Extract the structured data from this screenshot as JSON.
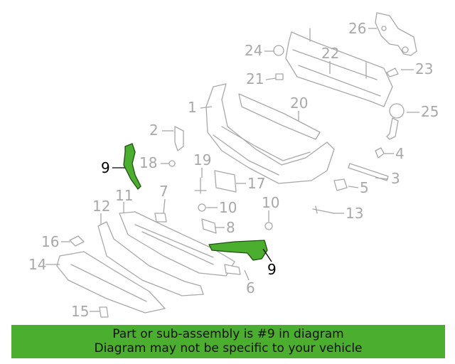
{
  "callouts": [
    {
      "id": "c1",
      "label": "1",
      "highlight": false
    },
    {
      "id": "c2",
      "label": "2",
      "highlight": false
    },
    {
      "id": "c3",
      "label": "3",
      "highlight": false
    },
    {
      "id": "c4",
      "label": "4",
      "highlight": false
    },
    {
      "id": "c5",
      "label": "5",
      "highlight": false
    },
    {
      "id": "c6",
      "label": "6",
      "highlight": false
    },
    {
      "id": "c7",
      "label": "7",
      "highlight": false
    },
    {
      "id": "c8",
      "label": "8",
      "highlight": false
    },
    {
      "id": "c9a",
      "label": "9",
      "highlight": true
    },
    {
      "id": "c9b",
      "label": "9",
      "highlight": true
    },
    {
      "id": "c10a",
      "label": "10",
      "highlight": false
    },
    {
      "id": "c10b",
      "label": "10",
      "highlight": false
    },
    {
      "id": "c11",
      "label": "11",
      "highlight": false
    },
    {
      "id": "c12",
      "label": "12",
      "highlight": false
    },
    {
      "id": "c13",
      "label": "13",
      "highlight": false
    },
    {
      "id": "c14",
      "label": "14",
      "highlight": false
    },
    {
      "id": "c15",
      "label": "15",
      "highlight": false
    },
    {
      "id": "c16",
      "label": "16",
      "highlight": false
    },
    {
      "id": "c17",
      "label": "17",
      "highlight": false
    },
    {
      "id": "c18",
      "label": "18",
      "highlight": false
    },
    {
      "id": "c19",
      "label": "19",
      "highlight": false
    },
    {
      "id": "c20",
      "label": "20",
      "highlight": false
    },
    {
      "id": "c21",
      "label": "21",
      "highlight": false
    },
    {
      "id": "c22",
      "label": "22",
      "highlight": false
    },
    {
      "id": "c23",
      "label": "23",
      "highlight": false
    },
    {
      "id": "c24",
      "label": "24",
      "highlight": false
    },
    {
      "id": "c25",
      "label": "25",
      "highlight": false
    },
    {
      "id": "c26",
      "label": "26",
      "highlight": false
    }
  ],
  "banner": {
    "line1": "Part or sub-assembly is #9 in diagram",
    "line2": "Diagram may not be specific to your vehicle"
  },
  "colors": {
    "highlight_part": "#4cae2e",
    "banner_background": "#4cae2e",
    "line_art": "#a8a8a8",
    "highlight_label": "#000000"
  }
}
